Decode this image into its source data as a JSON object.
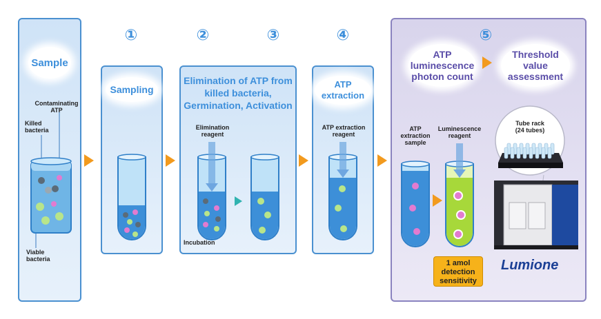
{
  "sample": {
    "title": "Sample",
    "contaminating_atp": "Contaminating\nATP",
    "killed_bacteria": "Killed\nbacteria",
    "viable_bacteria": "Viable\nbacteria"
  },
  "steps": [
    {
      "number": "①",
      "title": "Sampling"
    },
    {
      "number": "②",
      "title": "Elimination of ATP from killed bacteria, Germination, Activation",
      "reagent": "Elimination\nreagent",
      "incubation": "Incubation"
    },
    {
      "number": "③"
    },
    {
      "number": "④",
      "title": "ATP\nextraction",
      "reagent": "ATP extraction\nreagent"
    },
    {
      "number": "⑤",
      "title_left": "ATP\nluminescence\nphoton count",
      "title_right": "Threshold\nvalue\nassessment",
      "extraction_sample": "ATP\nextraction\nsample",
      "luminescence_reagent": "Luminescence\nreagent",
      "tube_rack": "Tube rack\n(24 tubes)",
      "sensitivity": "1 amol\ndetection\nsensitivity",
      "brand": "Lumione"
    }
  ],
  "colors": {
    "panel_border": "#4a90d0",
    "step5_border": "#8a83bf",
    "arrow": "#f29a1e",
    "teal_arrow": "#2fb3b0",
    "title_blue": "#3d8fdb",
    "title_purple": "#5a4da8"
  }
}
